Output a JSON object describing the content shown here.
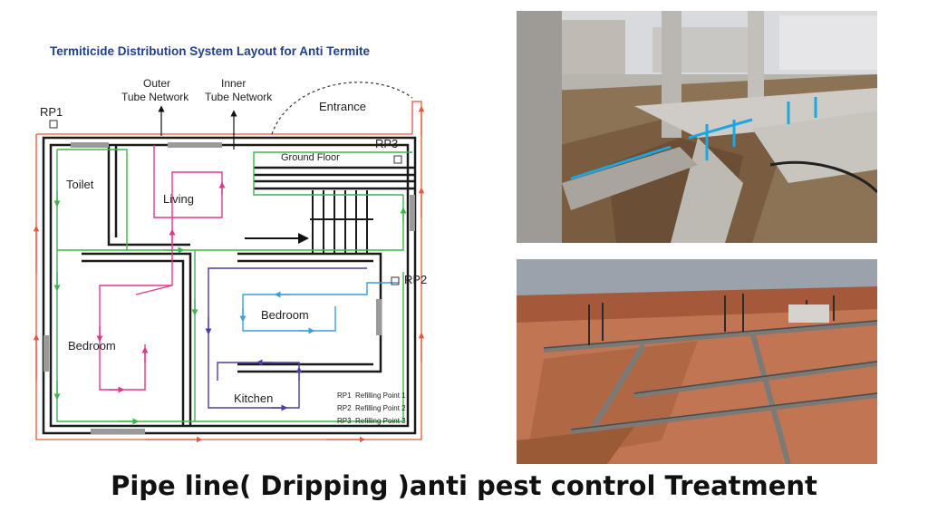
{
  "diagram": {
    "title": "Termiticide Distribution System Layout for Anti Termite",
    "labels": {
      "outer_tube_1": "Outer",
      "outer_tube_2": "Tube Network",
      "inner_tube_1": "Inner",
      "inner_tube_2": "Tube Network",
      "entrance": "Entrance",
      "ground_floor": "Ground Floor",
      "rp1": "RP1",
      "rp2": "RP2",
      "rp3": "RP3"
    },
    "rooms": {
      "toilet": "Toilet",
      "living": "Living",
      "bedroom_left": "Bedroom",
      "bedroom_right": "Bedroom",
      "kitchen": "Kitchen"
    },
    "legend": [
      {
        "code": "RP1",
        "text": "Refilling Point 1"
      },
      {
        "code": "RP2",
        "text": "Refilling Point 2"
      },
      {
        "code": "RP3",
        "text": "Refilling Point 3"
      }
    ],
    "colors": {
      "outer_tube": "#e8553a",
      "inner_green": "#3db54a",
      "living_pink": "#e0398c",
      "kitchen_purple": "#4b3fa0",
      "bedroom_blue": "#3aa0d8",
      "walls": "#1a1a1a",
      "title": "#1f3f8a"
    }
  },
  "caption": "Pipe line( Dripping )anti pest control Treatment"
}
